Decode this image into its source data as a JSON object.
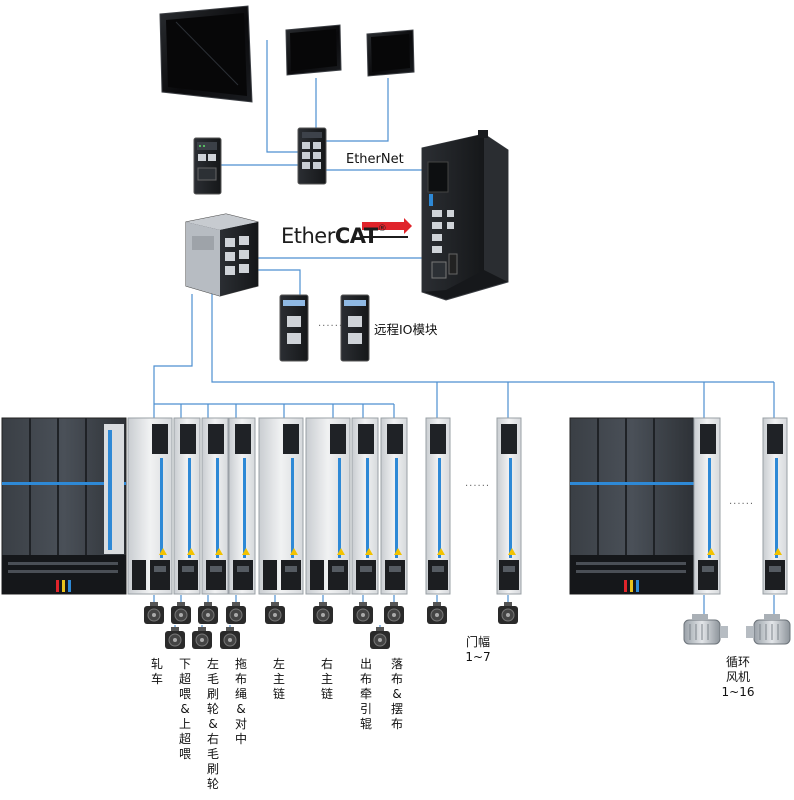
{
  "labels": {
    "ethernet": "EtherNet",
    "ethercat_prefix": "Ether",
    "ethercat_bold": "CAT",
    "reg_mark": "®",
    "remote_io": "远程IO模块",
    "ellipsis": "......"
  },
  "axis_groups": [
    {
      "text": "轧车"
    },
    {
      "text": "下超喂&上超喂"
    },
    {
      "text": "左毛刷轮&右毛刷轮"
    },
    {
      "text": "拖布绳&对中"
    },
    {
      "text": "左主链"
    },
    {
      "text": "右主链"
    },
    {
      "text": "出布牵引辊"
    },
    {
      "text": "落布&摆布"
    }
  ],
  "door_label": {
    "line1": "门幅",
    "line2": "1~7"
  },
  "fan_label": {
    "line1": "循环",
    "line2": "风机",
    "line3": "1~16"
  },
  "colors": {
    "line": "#4e8fd0",
    "device_dark": "#1f2226",
    "screen": "#0b0b0d",
    "drive_body": "#e6e8ea",
    "drive_stripe": "#2e89d6",
    "motor": "#2a2a2a"
  }
}
